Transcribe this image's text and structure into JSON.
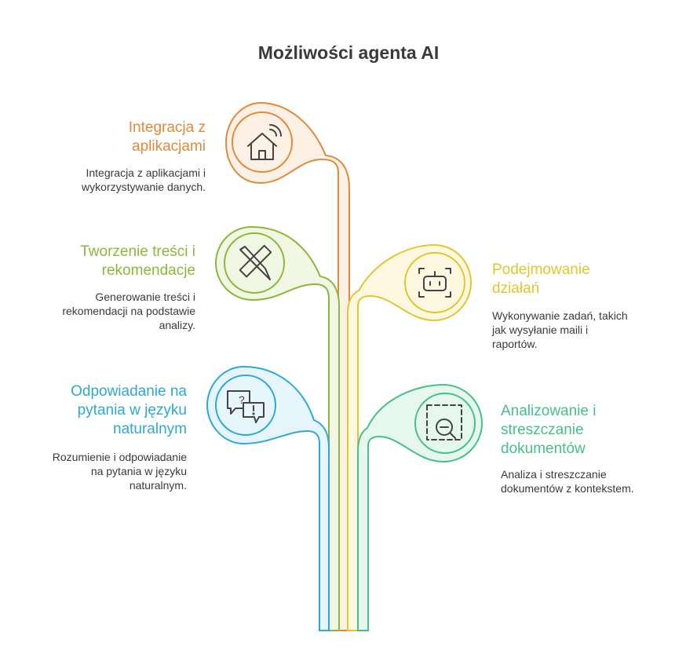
{
  "title": "Możliwości agenta AI",
  "colors": {
    "orange": "#e08a3c",
    "green": "#8ab83a",
    "yellow": "#e3c52f",
    "blue": "#2ea8d4",
    "teal": "#45c08a"
  },
  "items": [
    {
      "id": "integracja",
      "color": "orange",
      "icon": "smart-home-icon",
      "heading": [
        "Integracja z",
        "aplikacjami"
      ],
      "description": [
        "Integracja z aplikacjami i",
        "wykorzystywanie danych."
      ]
    },
    {
      "id": "tworzenie",
      "color": "green",
      "icon": "pencil-ruler-icon",
      "heading": [
        "Tworzenie treści i",
        "rekomendacje"
      ],
      "description": [
        "Generowanie treści i",
        "rekomendacji na podstawie",
        "analizy."
      ]
    },
    {
      "id": "podejmowanie",
      "color": "yellow",
      "icon": "robot-face-icon",
      "heading": [
        "Podejmowanie",
        "działań"
      ],
      "description": [
        "Wykonywanie zadań, takich",
        "jak wysyłanie maili i",
        "raportów."
      ]
    },
    {
      "id": "odpowiadanie",
      "color": "blue",
      "icon": "speech-question-icon",
      "heading": [
        "Odpowiadanie na",
        "pytania w języku",
        "naturalnym"
      ],
      "description": [
        "Rozumienie i odpowiadanie",
        "na pytania w języku",
        "naturalnym."
      ]
    },
    {
      "id": "analizowanie",
      "color": "teal",
      "icon": "document-search-icon",
      "heading": [
        "Analizowanie i",
        "streszczanie",
        "dokumentów"
      ],
      "description": [
        "Analiza i streszczanie",
        "dokumentów z kontekstem."
      ]
    }
  ]
}
